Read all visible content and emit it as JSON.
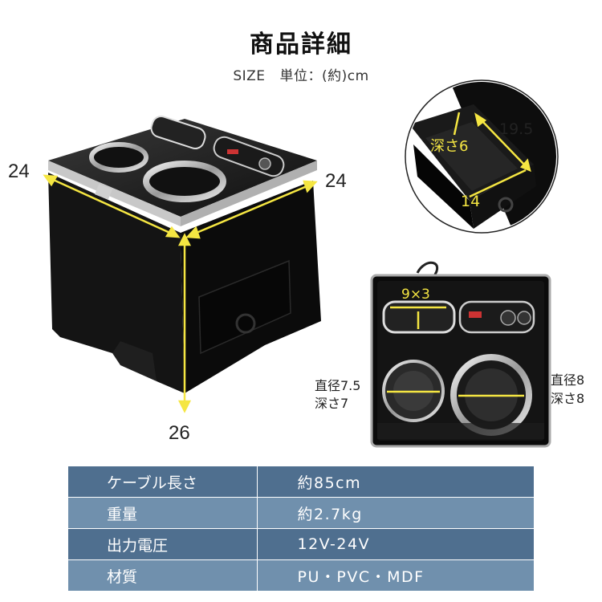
{
  "header": {
    "title": "商品詳細",
    "size_label": "SIZE",
    "unit_label": "単位：(約)cm"
  },
  "dimensions": {
    "main_left": "24",
    "main_right": "24",
    "main_height": "26",
    "drawer_width": "19.5",
    "drawer_depth": "深さ6",
    "drawer_length": "14",
    "top_slot": "9×3",
    "small_holder_diameter": "直径7.5",
    "small_holder_depth": "深さ7",
    "large_holder_diameter": "直径8",
    "large_holder_depth": "深さ8"
  },
  "specs": [
    {
      "label": "ケーブル長さ",
      "value": "約85cm"
    },
    {
      "label": "重量",
      "value": "約2.7kg"
    },
    {
      "label": "出力電圧",
      "value": "12V-24V"
    },
    {
      "label": "材質",
      "value": "PU・PVC・MDF"
    }
  ],
  "colors": {
    "accent_line": "#f5e642",
    "table_dark": "#4f6f8f",
    "table_light": "#7090ad"
  }
}
